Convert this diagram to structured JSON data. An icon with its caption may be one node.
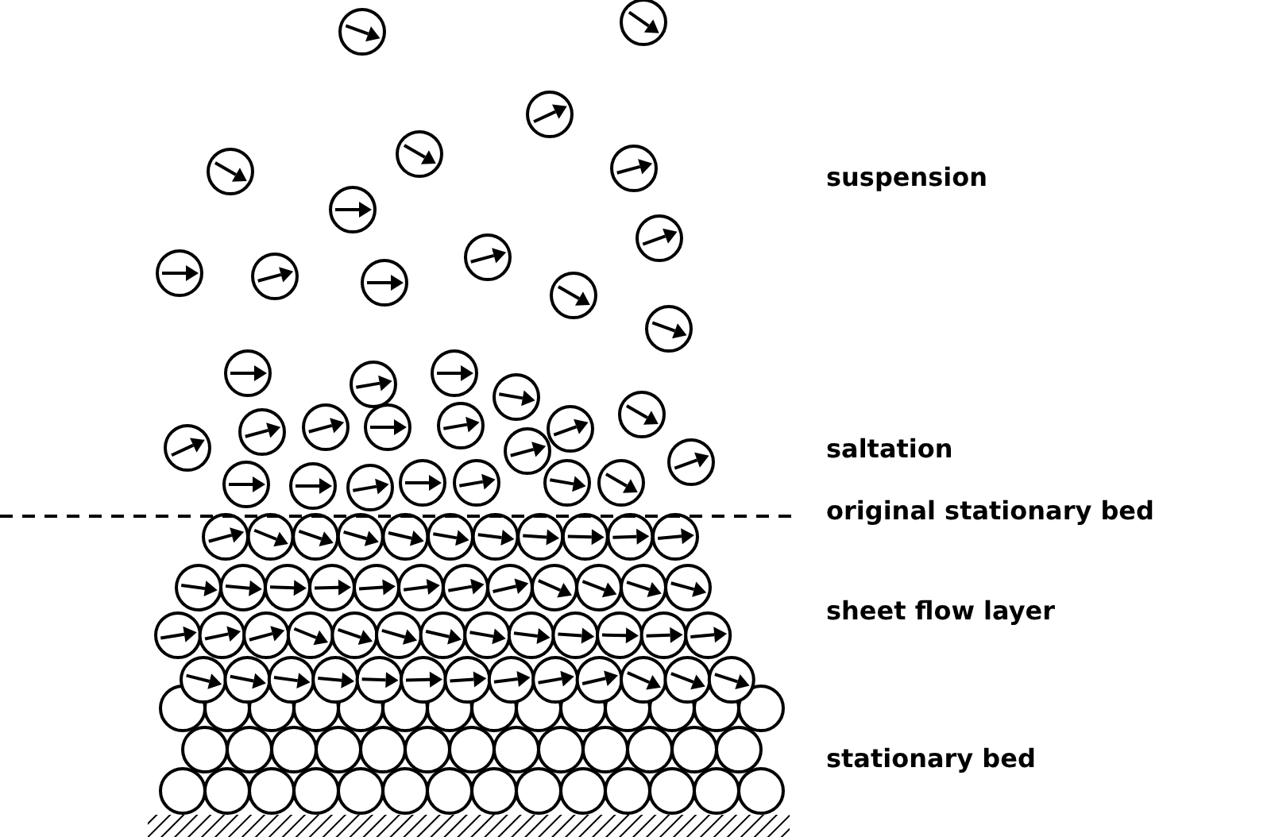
{
  "diagram": {
    "labels": [
      "suspension",
      "saltation",
      "original stationary bed",
      "sheet flow layer",
      "stationary bed"
    ]
  }
}
